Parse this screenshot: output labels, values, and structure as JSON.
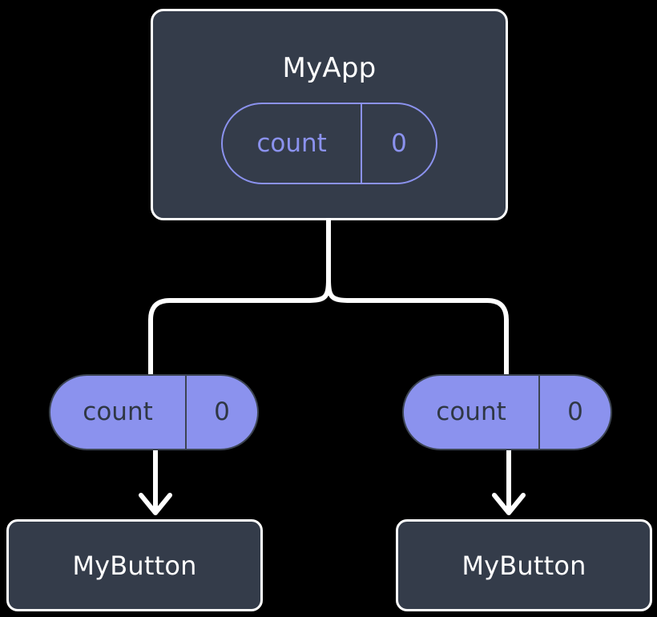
{
  "diagram": {
    "title": "Component state and props flow tree",
    "background_color": "#000000",
    "colors": {
      "node_fill": "#343c4a",
      "node_stroke": "#ffffff",
      "accent_purple": "#8b92ee",
      "edge_stroke": "#ffffff",
      "pill_text_dark": "#2f3744"
    },
    "root": {
      "name": "root-component",
      "label": "MyApp",
      "state_pill": {
        "key": "count",
        "value": "0",
        "style": "outline"
      }
    },
    "edges": {
      "parent_to_children": "branch",
      "prop_to_child": "arrow"
    },
    "children": [
      {
        "name": "child-left",
        "label": "MyButton",
        "prop_pill": {
          "key": "count",
          "value": "0",
          "style": "filled"
        }
      },
      {
        "name": "child-right",
        "label": "MyButton",
        "prop_pill": {
          "key": "count",
          "value": "0",
          "style": "filled"
        }
      }
    ]
  }
}
